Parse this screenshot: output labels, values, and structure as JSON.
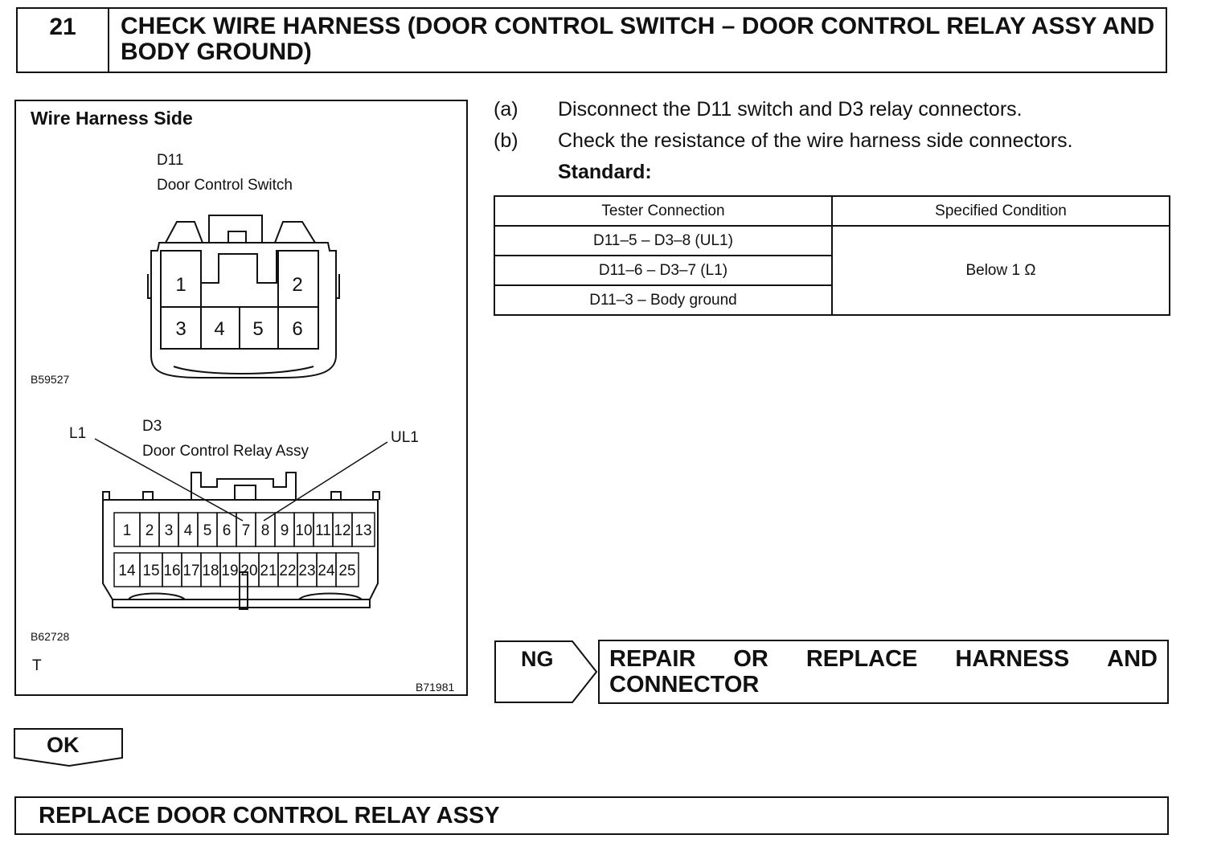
{
  "header": {
    "step_number": "21",
    "title": "CHECK WIRE HARNESS (DOOR CONTROL SWITCH – DOOR CONTROL RELAY ASSY AND BODY GROUND)"
  },
  "figure": {
    "title": "Wire Harness Side",
    "d11": {
      "code": "D11",
      "name": "Door Control Switch",
      "pins": [
        "1",
        "2",
        "3",
        "4",
        "5",
        "6"
      ],
      "ref": "B59527"
    },
    "d3": {
      "code": "D3",
      "name": "Door Control Relay Assy",
      "label_left": "L1",
      "label_right": "UL1",
      "pins_top": [
        "1",
        "2",
        "3",
        "4",
        "5",
        "6",
        "7",
        "8",
        "9",
        "10",
        "11",
        "12",
        "13"
      ],
      "pins_bottom": [
        "14",
        "15",
        "16",
        "17",
        "18",
        "19",
        "20",
        "21",
        "22",
        "23",
        "24",
        "25"
      ],
      "ref": "B62728"
    },
    "corner_mark": "T",
    "figure_ref": "B71981"
  },
  "steps": [
    {
      "letter": "(a)",
      "text": "Disconnect the D11 switch and D3 relay connectors."
    },
    {
      "letter": "(b)",
      "text": "Check the resistance of the wire harness side connectors."
    }
  ],
  "standard_label": "Standard:",
  "spec_table": {
    "headers": [
      "Tester Connection",
      "Specified Condition"
    ],
    "rows": [
      "D11–5 – D3–8 (UL1)",
      "D11–6 – D3–7 (L1)",
      "D11–3 – Body ground"
    ],
    "condition": "Below 1 Ω"
  },
  "ng": {
    "label": "NG",
    "action_words": [
      "REPAIR",
      "OR",
      "REPLACE",
      "HARNESS",
      "AND"
    ],
    "action_line2": "CONNECTOR"
  },
  "ok": {
    "label": "OK"
  },
  "final_action": "REPLACE DOOR CONTROL RELAY ASSY"
}
